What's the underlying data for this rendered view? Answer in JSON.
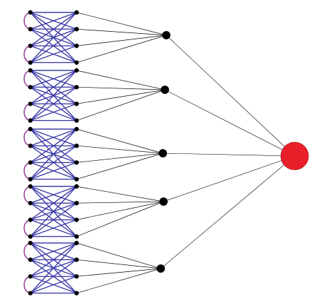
{
  "diagram": {
    "type": "network-graph",
    "groups": 5,
    "nodes_per_group": 8,
    "columns_per_group": 2,
    "rows_per_column": 4,
    "hub_count": 5,
    "root_count": 1,
    "colors": {
      "background": "#ffffff",
      "node": "#000000",
      "root_node": "#e8202a",
      "intra_group_edge": "#3a3aa8",
      "arc_edge": "#9b3f9b",
      "spoke_edge": "#000000"
    }
  }
}
